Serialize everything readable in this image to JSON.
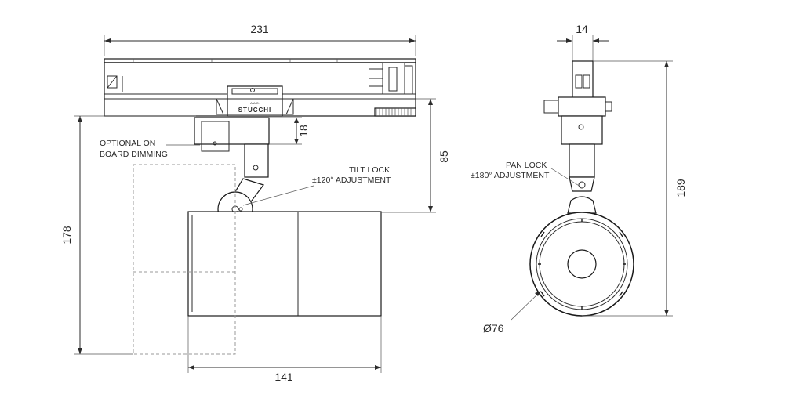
{
  "dimensions": {
    "width": "231",
    "height_total": "178",
    "body_length": "141",
    "drop": "85",
    "dimming_box": "18",
    "track_width": "14",
    "overall_height": "189",
    "diameter": "Ø76"
  },
  "labels": {
    "dimming_line1": "OPTIONAL ON",
    "dimming_line2": "BOARD DIMMING",
    "tilt_line1": "TILT LOCK",
    "tilt_line2": "±120° ADJUSTMENT",
    "pan_line1": "PAN LOCK",
    "pan_line2": "±180° ADJUSTMENT"
  },
  "brand": {
    "name": "STUCCHI",
    "prefix": "A.A.G."
  }
}
